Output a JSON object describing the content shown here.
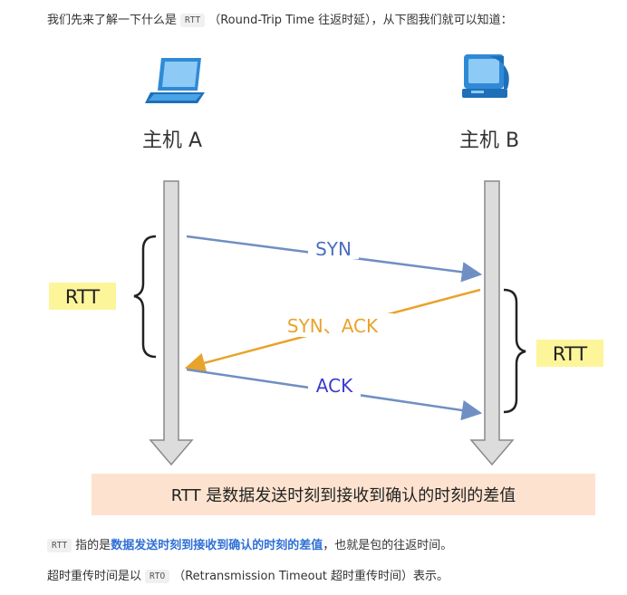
{
  "intro": {
    "before": "我们先来了解一下什么是",
    "code": "RTT",
    "after": "（Round-Trip Time 往返时延），从下图我们就可以知道："
  },
  "diagram": {
    "host_a": "主机 A",
    "host_b": "主机 B",
    "syn": "SYN",
    "syn_ack": "SYN、ACK",
    "ack": "ACK",
    "rtt_left": "RTT",
    "rtt_right": "RTT",
    "caption": "RTT 是数据发送时刻到接收到确认的时刻的差值",
    "colors": {
      "syn": "#6f8fc4",
      "syn_ack": "#e8a32b",
      "ack_line": "#6f8fc4",
      "syn_text": "#4a6fc0",
      "syn_ack_text": "#e8a32b",
      "ack_text": "#3a3ad0",
      "rtt_label_bg": "#fdf59a",
      "caption_bg": "#fde3cf",
      "timeline_fill": "#dcdcdc",
      "timeline_stroke": "#8a8a8a"
    }
  },
  "para2": {
    "code": "RTT",
    "before": "指的是",
    "emph": "数据发送时刻到接收到确认的时刻的差值",
    "after": "，也就是包的往返时间。"
  },
  "para3": {
    "before": "超时重传时间是以",
    "code": "RTO",
    "after": "（Retransmission Timeout 超时重传时间）表示。"
  }
}
